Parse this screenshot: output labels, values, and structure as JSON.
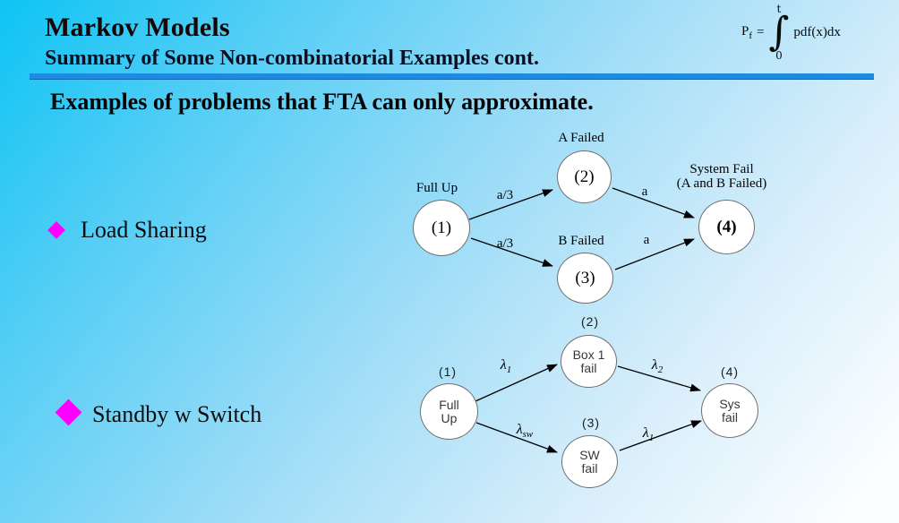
{
  "header": {
    "title": "Markov Models",
    "subtitle": "Summary of Some Non-combinatorial Examples cont."
  },
  "formula": {
    "lhs": "P",
    "lhs_sub": "f",
    "equals": "=",
    "upper_limit": "t",
    "integral_sign": "∫",
    "lower_limit": "0",
    "integrand": "pdf(x)dx"
  },
  "lead": "Examples of problems that FTA can only approximate.",
  "bullets": [
    {
      "label": "Load Sharing"
    },
    {
      "label": "Standby w Switch"
    }
  ],
  "diagram1": {
    "states": [
      {
        "id": "(1)",
        "label": "Full Up"
      },
      {
        "id": "(2)",
        "label": "A Failed"
      },
      {
        "id": "(3)",
        "label": "B Failed"
      },
      {
        "id": "(4)",
        "label_line1": "System Fail",
        "label_line2": "(A and B Failed)"
      }
    ],
    "edges": [
      {
        "from": "(1)",
        "to": "(2)",
        "label": "a/3"
      },
      {
        "from": "(1)",
        "to": "(3)",
        "label": "a/3"
      },
      {
        "from": "(2)",
        "to": "(4)",
        "label": "a"
      },
      {
        "from": "(3)",
        "to": "(4)",
        "label": "a"
      }
    ]
  },
  "diagram2": {
    "states": [
      {
        "tag": "(1)",
        "line1": "Full",
        "line2": "Up"
      },
      {
        "tag": "(2)",
        "line1": "Box 1",
        "line2": "fail"
      },
      {
        "tag": "(3)",
        "line1": "SW",
        "line2": "fail"
      },
      {
        "tag": "(4)",
        "line1": "Sys",
        "line2": "fail"
      }
    ],
    "edges": [
      {
        "from": "(1)",
        "to": "(2)",
        "symbol": "λ",
        "sub": "1"
      },
      {
        "from": "(1)",
        "to": "(3)",
        "symbol": "λ",
        "sub": "sw"
      },
      {
        "from": "(2)",
        "to": "(4)",
        "symbol": "λ",
        "sub": "2"
      },
      {
        "from": "(3)",
        "to": "(4)",
        "symbol": "λ",
        "sub": "1"
      }
    ]
  },
  "colors": {
    "background_top_left": "#0EC4F4",
    "background_bottom_right": "#FBFEFF",
    "underline_bar": "#1B8CE2",
    "bullet_diamond": "#FF00FF",
    "title_text": "#170505",
    "subtitle_text": "#0E0E20",
    "state_fill": "#FFFFFF",
    "state_border": "#6E6E6E"
  }
}
